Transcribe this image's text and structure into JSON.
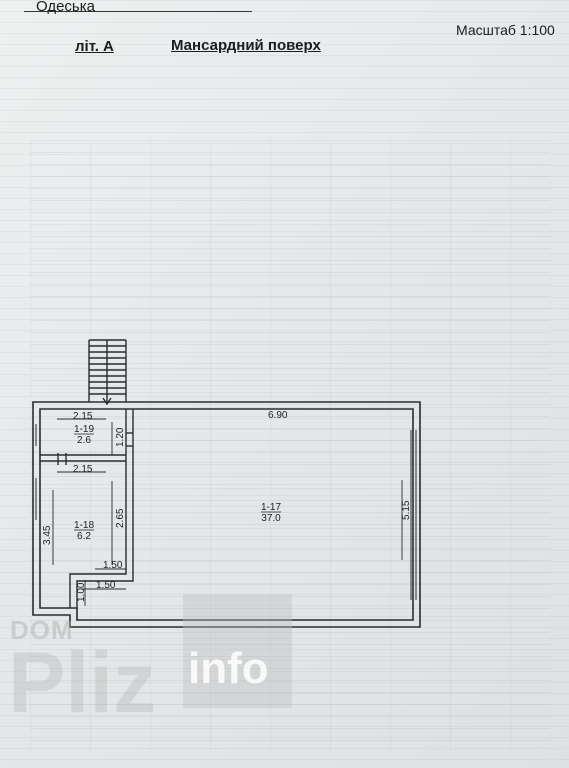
{
  "header": {
    "region": "Одеська",
    "scale": "Масштаб 1:100",
    "building_letter": "літ. А",
    "floor_title": "Мансардний поверх"
  },
  "plan": {
    "rooms": [
      {
        "id": "1-19",
        "area": "2.6"
      },
      {
        "id": "1-18",
        "area": "6.2"
      },
      {
        "id": "1-17",
        "area": "37.0"
      }
    ],
    "dimensions": {
      "top_width": "6.90",
      "corridor_width": "2.15",
      "room18_width": "2.15",
      "lower_step_1": "1.50",
      "lower_step_2": "1.50",
      "corridor_depth": "1.20",
      "room18_depth": "2.65",
      "left_wall": "3.45",
      "right_wall": "5.15",
      "lower_wall": "1.00"
    }
  },
  "watermark": {
    "dom": "DOM",
    "pliz": "Pliz",
    "info": "info"
  },
  "colors": {
    "paper": "#e9ecec",
    "ink": "#1d1f21"
  }
}
